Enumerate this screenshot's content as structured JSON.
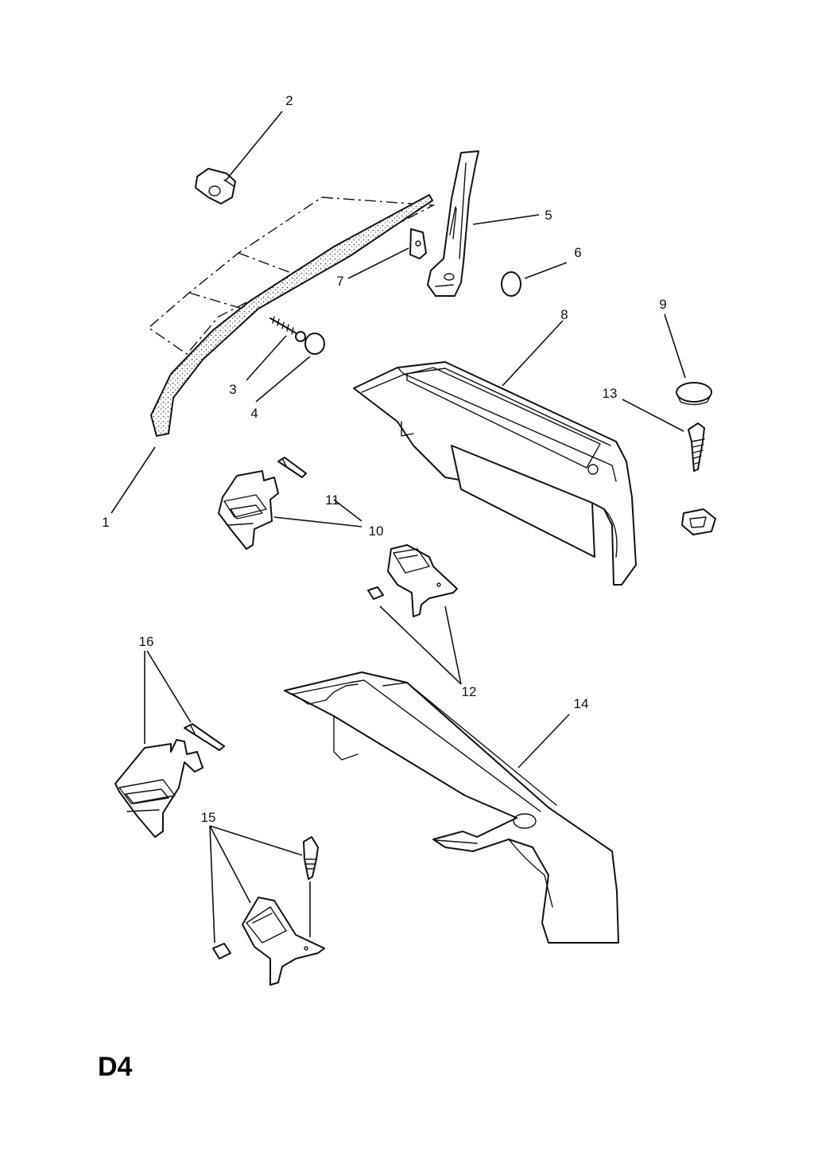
{
  "page_code": "D4",
  "callouts": [
    "1",
    "2",
    "3",
    "4",
    "5",
    "6",
    "7",
    "8",
    "9",
    "10",
    "11",
    "12",
    "13",
    "14",
    "15",
    "16"
  ]
}
